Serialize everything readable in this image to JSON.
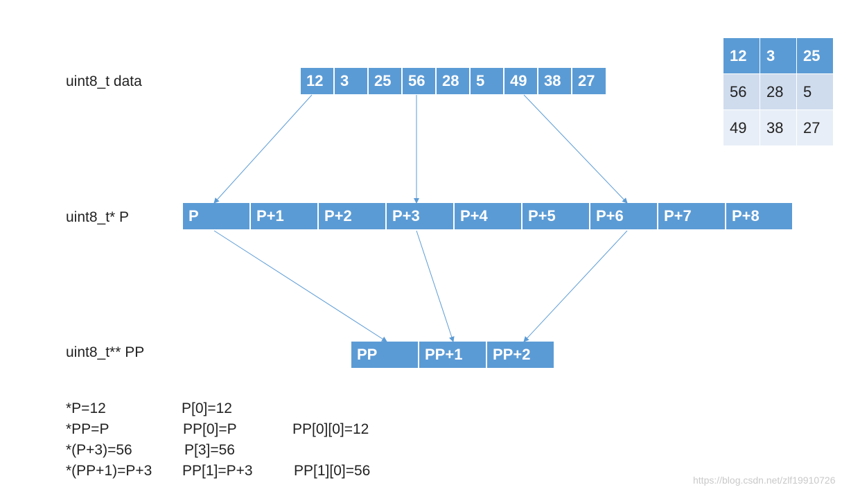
{
  "labels": {
    "data": "uint8_t data",
    "p": "uint8_t* P",
    "pp": "uint8_t** PP"
  },
  "data_cells": [
    "12",
    "3",
    "25",
    "56",
    "28",
    "5",
    "49",
    "38",
    "27"
  ],
  "p_cells": [
    "P",
    "P+1",
    "P+2",
    "P+3",
    "P+4",
    "P+5",
    "P+6",
    "P+7",
    "P+8"
  ],
  "pp_cells": [
    "PP",
    "PP+1",
    "PP+2"
  ],
  "matrix": {
    "header": [
      "12",
      "3",
      "25"
    ],
    "rows": [
      [
        "56",
        "28",
        "5"
      ],
      [
        "49",
        "38",
        "27"
      ]
    ]
  },
  "formulas": [
    [
      "*P=12",
      "P[0]=12",
      ""
    ],
    [
      "*PP=P",
      "PP[0]=P",
      "PP[0][0]=12"
    ],
    [
      "*(P+3)=56",
      "P[3]=56",
      ""
    ],
    [
      "*(PP+1)=P+3",
      "PP[1]=P+3",
      "PP[1][0]=56"
    ]
  ],
  "watermark": "https://blog.csdn.net/zlf19910726",
  "colors": {
    "cell_fill": "#5b9bd5",
    "arrow": "#5b9bd5",
    "matrix_row_dark": "#cfdcee",
    "matrix_row_light": "#e8eef7"
  }
}
